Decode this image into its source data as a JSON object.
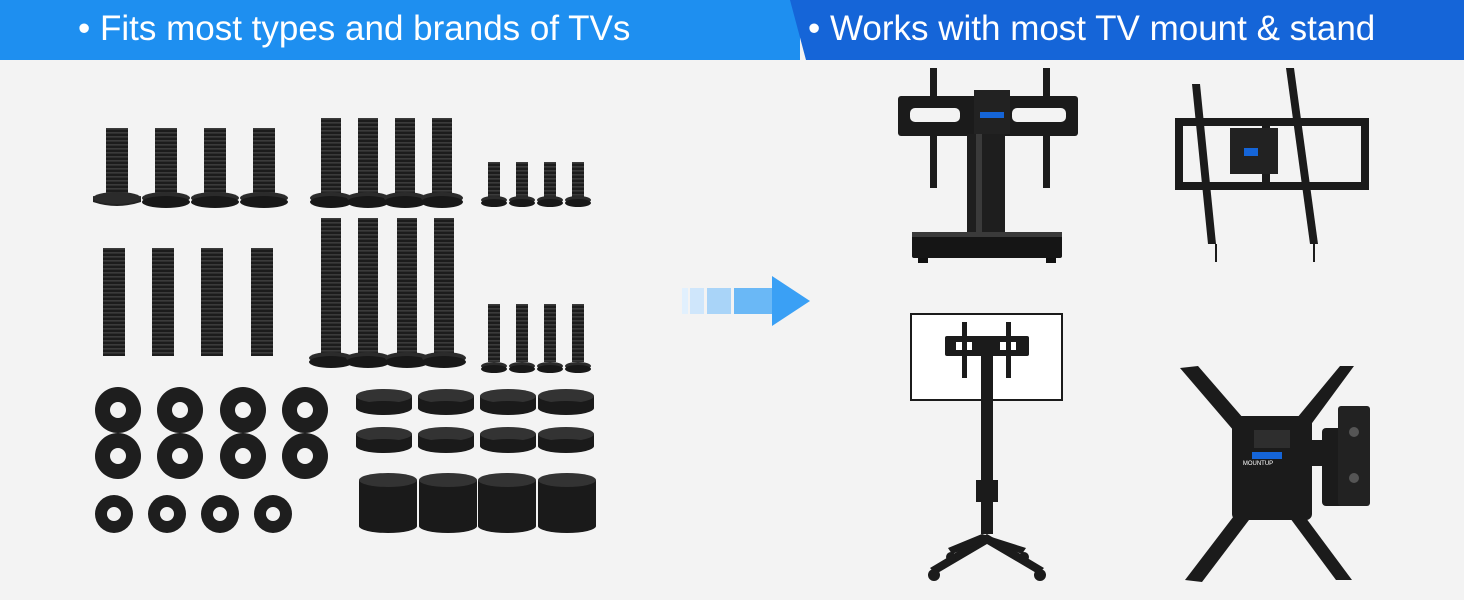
{
  "banner": {
    "left_text": "• Fits most types and brands of TVs",
    "right_text": "• Works with most TV mount & stand"
  },
  "products": {
    "brand_label": "MOUNTUP"
  },
  "colors": {
    "banner_left": "#1e8ff0",
    "banner_right": "#1565d8",
    "arrow": "#3aa0f5",
    "hardware": "#1b1b1b",
    "background": "#f3f3f3"
  }
}
